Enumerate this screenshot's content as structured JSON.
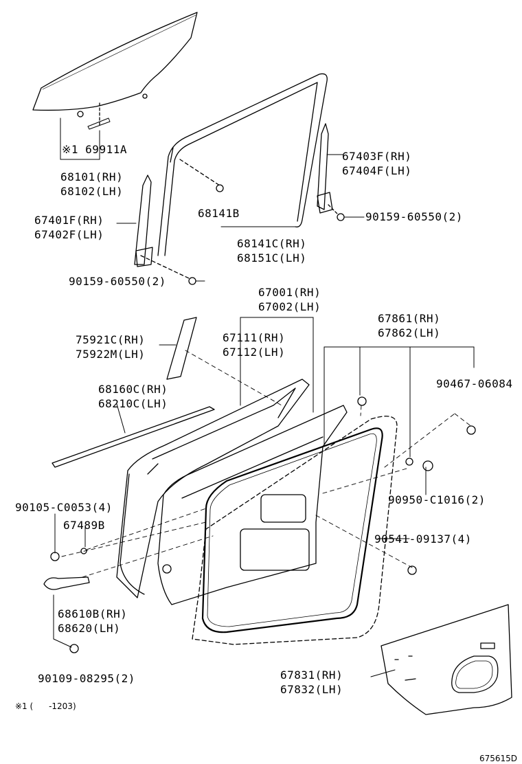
{
  "labels": {
    "glass_note": "※1 69911A",
    "glass": "68101(RH)\n68102(LH)",
    "div_bar_front": "67401F(RH)\n67402F(LH)",
    "bolt_front": "90159-60550(2)",
    "clip_68141b": "68141B",
    "run_channel": "68141C(RH)\n68151C(LH)",
    "div_bar_rear": "67403F(RH)\n67404F(LH)",
    "bolt_rear": "90159-60550(2)",
    "door_panel": "67001(RH)\n67002(LH)",
    "weatherstrip": "67111(RH)\n67112(LH)",
    "pillar_garnish": "75921C(RH)\n75922M(LH)",
    "belt_moulding": "68160C(RH)\n68210C(LH)",
    "service_hole_cover": "67861(RH)\n67862(LH)",
    "clip_90467": "90467-06084",
    "nut_90950": "90950-C1016(2)",
    "screw_90105": "90105-C0053(4)",
    "plug_67489b": "67489B",
    "clip_90541": "90541-09137(4)",
    "check_assy": "68610B(RH)\n68620(LH)",
    "bolt_90109": "90109-08295(2)",
    "trim_board": "67831(RH)\n67832(LH)",
    "footnote": "※1 (      -1203)",
    "diagram_id": "675615D"
  }
}
